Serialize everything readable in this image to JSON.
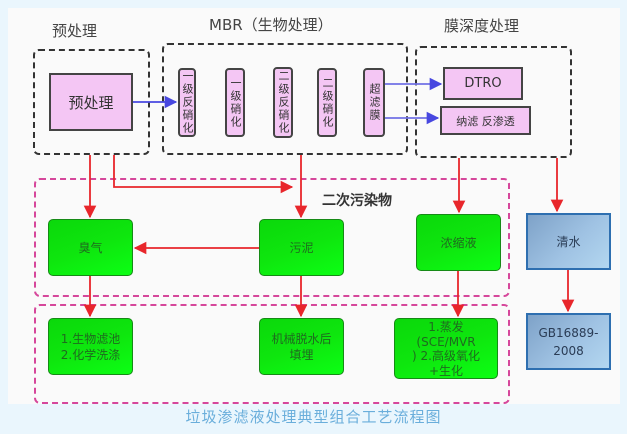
{
  "diagram": {
    "sections": {
      "pretreatment": "预处理",
      "mbr": "MBR（生物处理）",
      "membrane": "膜深度处理",
      "secondary_pollutants": "二次污染物"
    },
    "pretreatment_box": "预处理",
    "mbr_units": [
      "一级反硝化",
      "一级硝化",
      "二级反硝化",
      "二级硝化",
      "超滤膜"
    ],
    "membrane_units": [
      "DTRO",
      "纳滤 反渗透"
    ],
    "pollutants": {
      "odor": "臭气",
      "sludge": "污泥",
      "concentrate": "浓缩液"
    },
    "disposal": {
      "odor": [
        "1.生物滤池",
        "2.化学洗涤"
      ],
      "sludge": [
        "机械脱水后",
        "填埋"
      ],
      "concentrate": [
        "1.蒸发",
        "(SCE/MVR",
        ") 2.高级氧化",
        "+生化"
      ]
    },
    "clean_water": "清水",
    "standard": [
      "GB16889-",
      "2008"
    ],
    "caption": "垃圾渗滤液处理典型组合工艺流程图"
  },
  "colors": {
    "pink_fill": "#f4c6f4",
    "green_fill": "#0ee60e",
    "blue_fill": "#9fc2e3",
    "arrow_red": "#e8262b",
    "arrow_blue": "#4848e0",
    "dash_pink": "#d6479b",
    "caption": "#6aaedb"
  }
}
